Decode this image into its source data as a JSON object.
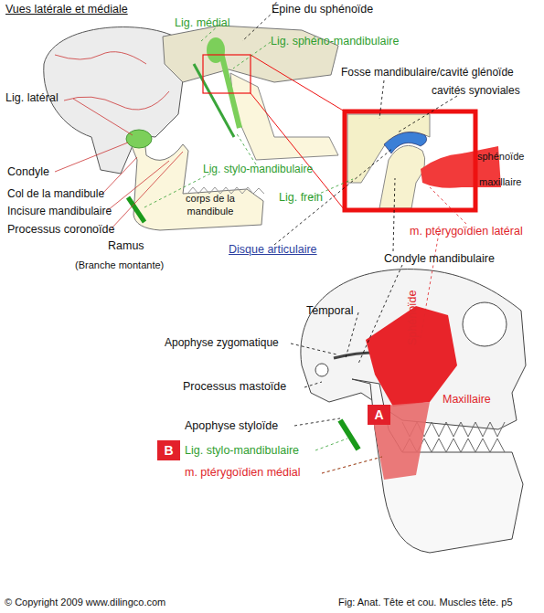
{
  "diagram": {
    "title": "Vues latérale et médiale",
    "caption": "Fig:  Anat. Tête et cou. Muscles tête. p5",
    "nodes": [
      {
        "text": [
          "A"
        ]
      },
      {
        "text": [
          "B"
        ]
      }
    ],
    "labels": [
      "Lig. médial",
      "Épine du sphénoïde",
      "Lig. sphéno-mandibulaire",
      "Fosse mandibulaire/cavité glénoïde",
      "cavités synoviales",
      "Lig. latéral",
      "sphénoïde",
      "maxillaire",
      "Condyle",
      "Col de la mandibule",
      "Incisure mandibulaire",
      "Processus coronoïde",
      "Lig. stylo-mandibulaire",
      "corps de la mandibule",
      "Lig. frein",
      "m. ptérygoïdien latéral",
      "Ramus",
      "(Branche montante)",
      "Disque articulaire",
      "Condyle mandibulaire",
      "Temporal",
      "Sphénoïde",
      "Apophyse zygomatique",
      "Maxillaire",
      "Processus mastoïde",
      "Apophyse styloïde",
      "Lig. stylo-mandibulaire",
      "m. ptérygoïdien médial",
      "© Copyright 2009 www.dilingco.com"
    ]
  }
}
